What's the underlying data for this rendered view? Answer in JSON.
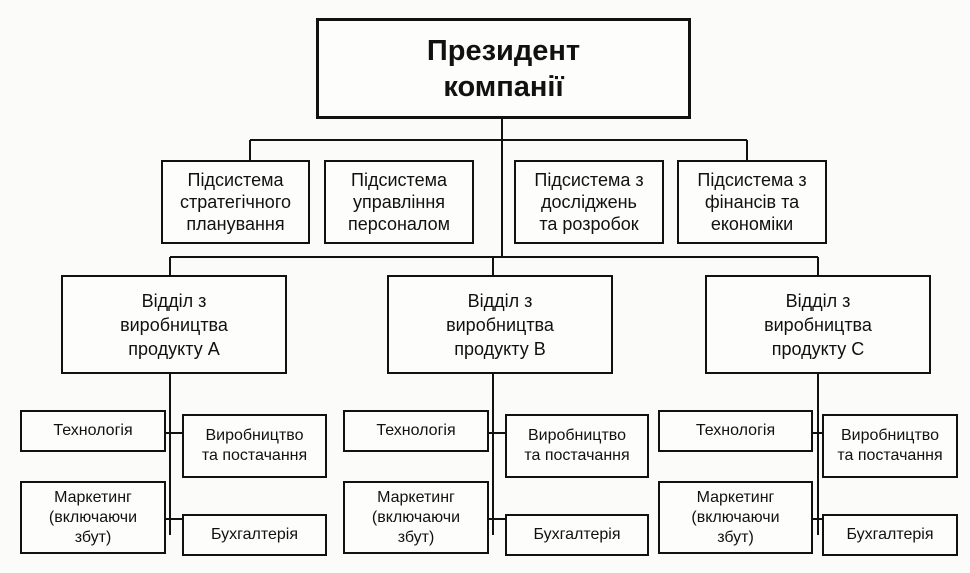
{
  "president": "Президент\nкомпанії",
  "subsystems": [
    "Підсистема\nстратегічного\nпланування",
    "Підсистема\nуправління\nперсоналом",
    "Підсистема з\nдосліджень\nта розробок",
    "Підсистема з\nфінансів та\nекономіки"
  ],
  "departments": [
    {
      "name": "Відділ з\nвиробництва\nпродукту А",
      "units": {
        "technology": "Технологія",
        "production": "Виробництво\nта постачання",
        "marketing": "Маркетинг\n(включаючи\nзбут)",
        "accounting": "Бухгалтерія"
      }
    },
    {
      "name": "Відділ з\nвиробництва\nпродукту В",
      "units": {
        "technology": "Технологія",
        "production": "Виробництво\nта постачання",
        "marketing": "Маркетинг\n(включаючи\nзбут)",
        "accounting": "Бухгалтерія"
      }
    },
    {
      "name": "Відділ з\nвиробництва\nпродукту С",
      "units": {
        "technology": "Технологія",
        "production": "Виробництво\nта постачання",
        "marketing": "Маркетинг\n(включаючи\nзбут)",
        "accounting": "Бухгалтерія"
      }
    }
  ]
}
